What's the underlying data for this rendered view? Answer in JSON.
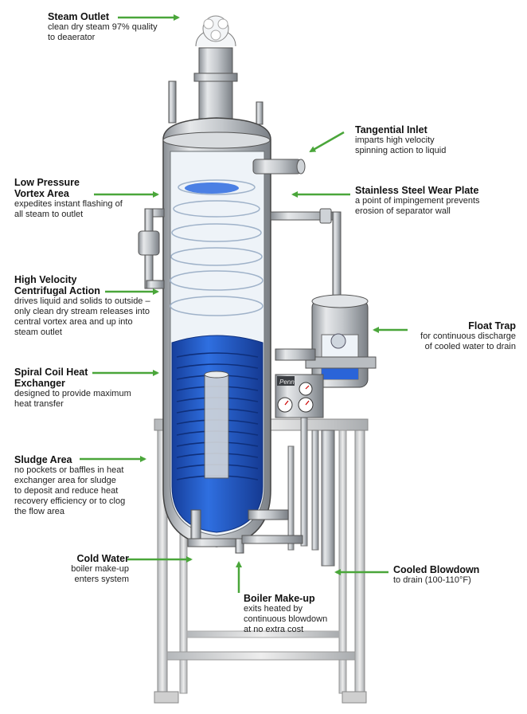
{
  "colors": {
    "arrow": "#4aa63a",
    "water": "#1f57c8",
    "water_light": "#3a7be8",
    "steel": "#c9ccd0",
    "steel_dark": "#7d8288",
    "frame": "#d8d8d8"
  },
  "callouts": {
    "steam_outlet": {
      "title": "Steam Outlet",
      "desc": "clean dry steam 97% quality\nto deaerator"
    },
    "tangential_inlet": {
      "title": "Tangential Inlet",
      "desc": "imparts high velocity\nspinning action to liquid"
    },
    "low_pressure": {
      "title": "Low Pressure\nVortex Area",
      "desc": "expedites instant flashing of\nall steam to outlet"
    },
    "wear_plate": {
      "title": "Stainless Steel Wear Plate",
      "desc": "a point of impingement prevents\nerosion of separator wall"
    },
    "high_velocity": {
      "title": "High Velocity\nCentrifugal Action",
      "desc": "drives liquid and solids to outside –\nonly clean dry stream releases into\ncentral vortex area and up into\nsteam outlet"
    },
    "float_trap": {
      "title": "Float Trap",
      "desc": "for continuous discharge\nof cooled water to drain"
    },
    "spiral_coil": {
      "title": "Spiral Coil Heat\nExchanger",
      "desc": "designed to provide maximum\nheat transfer"
    },
    "sludge": {
      "title": "Sludge Area",
      "desc": "no pockets or baffles in heat\nexchanger area for sludge\nto deposit and reduce heat\nrecovery efficiency or to clog\nthe flow area"
    },
    "cold_water": {
      "title": "Cold Water",
      "desc": "boiler make-up\nenters system"
    },
    "cooled_blowdown": {
      "title": "Cooled Blowdown",
      "desc": "to drain (100-110°F)"
    },
    "boiler_makeup": {
      "title": "Boiler Make-up",
      "desc": "exits heated by\ncontinuous blowdown\nat no extra cost"
    }
  },
  "equipment": {
    "brand_plate": "Penn"
  }
}
